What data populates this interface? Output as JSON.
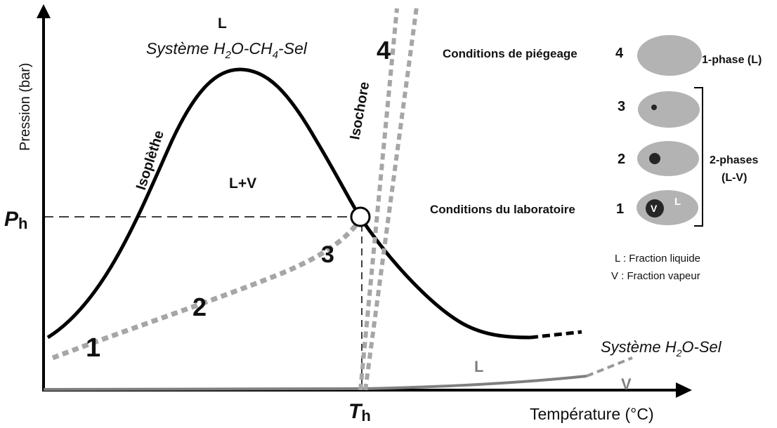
{
  "axes": {
    "y_label": "Pression (bar)",
    "x_label": "Température (°C)",
    "p_h": {
      "main": "P",
      "sub": "h"
    },
    "t_h": {
      "main": "T",
      "sub": "h"
    }
  },
  "regions": {
    "liquid_top": "L",
    "system_ch4": {
      "a": "Système H",
      "b": "2",
      "c": "O-CH",
      "d": "4",
      "e": "-Sel"
    },
    "two_phase": "L+V",
    "system_salt": {
      "a": "Système H",
      "b": "2",
      "c": "O-Sel"
    },
    "salt_l": "L",
    "salt_v": "V"
  },
  "curves": {
    "isopleth": "Isoplèthe",
    "isochore": "Isochore"
  },
  "path_numbers": [
    "1",
    "2",
    "3",
    "4"
  ],
  "legend": {
    "rows": [
      {
        "number": "4",
        "label": "Conditions de piégeage"
      },
      {
        "number": "3",
        "label": ""
      },
      {
        "number": "2",
        "label": ""
      },
      {
        "number": "1",
        "label": "Conditions du laboratoire"
      }
    ],
    "one_phase": "1-phase (L)",
    "two_phases_a": "2-phases",
    "two_phases_b": "(L-V)",
    "inclusion_v": "V",
    "inclusion_l": "L",
    "key_l": "L : Fraction liquide",
    "key_v": "V : Fraction vapeur"
  },
  "colors": {
    "curve": "#000000",
    "dashed_path": "#a6a6a6",
    "salt_curve": "#7f7f7f",
    "inclusion_fill": "#b3b3b3",
    "bubble": "#262626",
    "text": "#111111"
  }
}
